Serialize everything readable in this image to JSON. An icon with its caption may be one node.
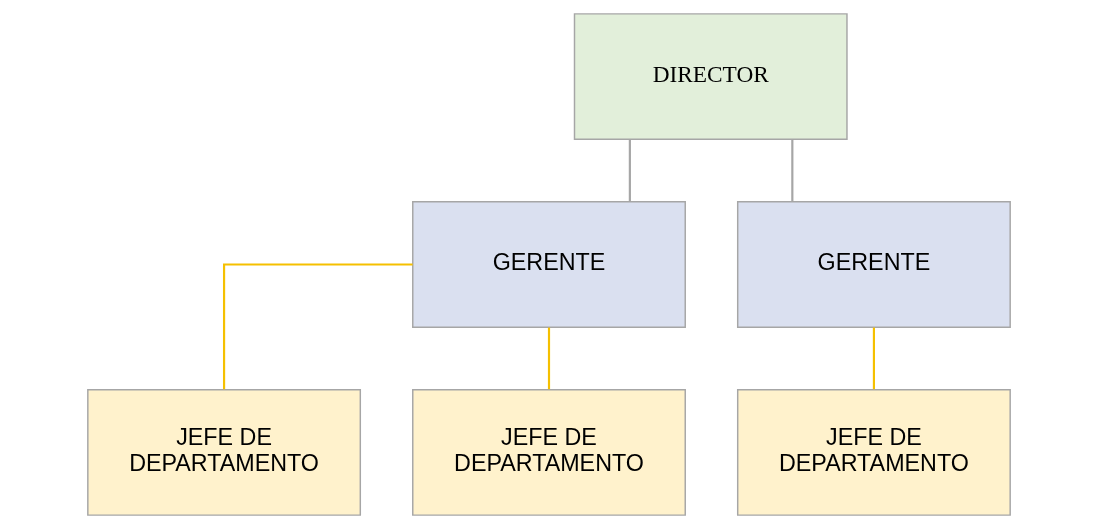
{
  "diagram": {
    "nodes": [
      {
        "text": [
          "DIRECTOR"
        ]
      },
      {
        "text": [
          "GERENTE"
        ]
      },
      {
        "text": [
          "GERENTE"
        ]
      },
      {
        "text": [
          "JEFE DE DEPARTAMENTO"
        ]
      },
      {
        "text": [
          "JEFE DE DEPARTAMENTO"
        ]
      },
      {
        "text": [
          "JEFE DE DEPARTAMENTO"
        ]
      }
    ],
    "edges": [
      {
        "from": 0,
        "to": 1,
        "arrow": "none",
        "color": "#a6a6a6"
      },
      {
        "from": 0,
        "to": 2,
        "arrow": "none",
        "color": "#a6a6a6"
      },
      {
        "from": 1,
        "to": 3,
        "arrow": "none"
      },
      {
        "from": 1,
        "to": 4,
        "arrow": "none"
      },
      {
        "from": 2,
        "to": 5,
        "arrow": "none"
      }
    ]
  }
}
